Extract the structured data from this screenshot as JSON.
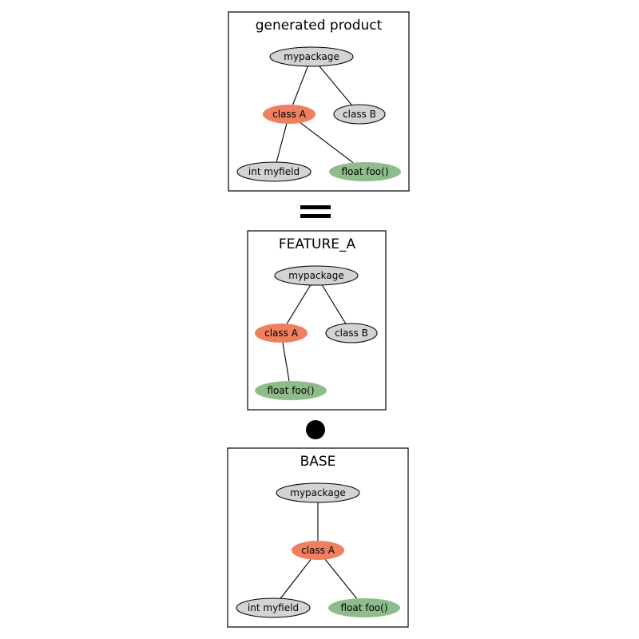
{
  "colors": {
    "default": "#d3d3d3",
    "class_node": "#ee7f5f",
    "method_node": "#8fbc8b"
  },
  "panels": [
    {
      "id": "generated",
      "title": "generated product",
      "nodes": [
        {
          "id": "pkg",
          "label": "mypackage",
          "kind": "default"
        },
        {
          "id": "clsA",
          "label": "class A",
          "kind": "class_node"
        },
        {
          "id": "clsB",
          "label": "class B",
          "kind": "default"
        },
        {
          "id": "field",
          "label": "int myfield",
          "kind": "default"
        },
        {
          "id": "foo",
          "label": "float foo()",
          "kind": "method_node"
        }
      ],
      "edges": [
        [
          "pkg",
          "clsA"
        ],
        [
          "pkg",
          "clsB"
        ],
        [
          "clsA",
          "field"
        ],
        [
          "clsA",
          "foo"
        ]
      ]
    },
    {
      "id": "feature",
      "title": "FEATURE_A",
      "nodes": [
        {
          "id": "pkg",
          "label": "mypackage",
          "kind": "default"
        },
        {
          "id": "clsA",
          "label": "class A",
          "kind": "class_node"
        },
        {
          "id": "clsB",
          "label": "class B",
          "kind": "default"
        },
        {
          "id": "foo",
          "label": "float foo()",
          "kind": "method_node"
        }
      ],
      "edges": [
        [
          "pkg",
          "clsA"
        ],
        [
          "pkg",
          "clsB"
        ],
        [
          "clsA",
          "foo"
        ]
      ]
    },
    {
      "id": "base",
      "title": "BASE",
      "nodes": [
        {
          "id": "pkg",
          "label": "mypackage",
          "kind": "default"
        },
        {
          "id": "clsA",
          "label": "class A",
          "kind": "class_node"
        },
        {
          "id": "field",
          "label": "int myfield",
          "kind": "default"
        },
        {
          "id": "foo",
          "label": "float foo()",
          "kind": "method_node"
        }
      ],
      "edges": [
        [
          "pkg",
          "clsA"
        ],
        [
          "clsA",
          "field"
        ],
        [
          "clsA",
          "foo"
        ]
      ]
    }
  ],
  "operators": [
    {
      "name": "equals-operator"
    },
    {
      "name": "compose-operator"
    }
  ]
}
